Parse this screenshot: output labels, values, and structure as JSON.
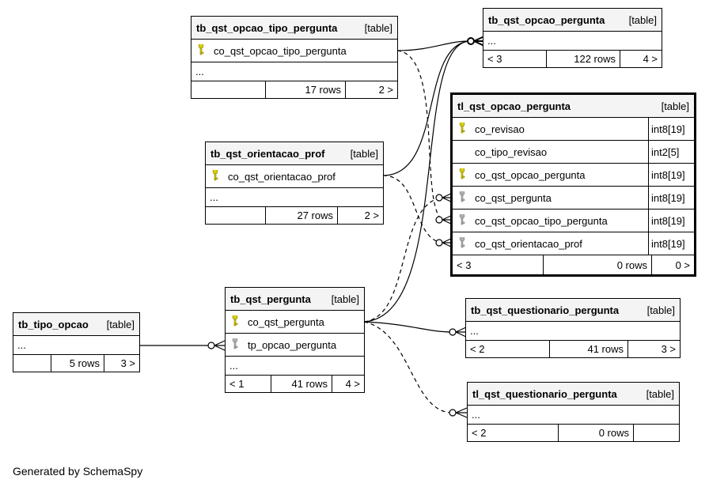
{
  "tables": {
    "tb_qst_opcao_tipo_pergunta": {
      "name": "tb_qst_opcao_tipo_pergunta",
      "tag": "[table]",
      "columns": [
        {
          "name": "co_qst_opcao_tipo_pergunta",
          "key": "primary"
        }
      ],
      "ellipsis": "...",
      "footer": {
        "parents": "",
        "rows": "17 rows",
        "children": "2 >"
      }
    },
    "tb_qst_opcao_pergunta": {
      "name": "tb_qst_opcao_pergunta",
      "tag": "[table]",
      "ellipsis": "...",
      "footer": {
        "parents": "< 3",
        "rows": "122 rows",
        "children": "4 >"
      }
    },
    "tl_qst_opcao_pergunta": {
      "name": "tl_qst_opcao_pergunta",
      "tag": "[table]",
      "columns": [
        {
          "name": "co_revisao",
          "type": "int8[19]",
          "key": "primary"
        },
        {
          "name": "co_tipo_revisao",
          "type": "int2[5]",
          "key": "none"
        },
        {
          "name": "co_qst_opcao_pergunta",
          "type": "int8[19]",
          "key": "primary"
        },
        {
          "name": "co_qst_pergunta",
          "type": "int8[19]",
          "key": "foreign"
        },
        {
          "name": "co_qst_opcao_tipo_pergunta",
          "type": "int8[19]",
          "key": "foreign"
        },
        {
          "name": "co_qst_orientacao_prof",
          "type": "int8[19]",
          "key": "foreign"
        }
      ],
      "footer": {
        "parents": "< 3",
        "rows": "0 rows",
        "children": "0 >"
      }
    },
    "tb_qst_orientacao_prof": {
      "name": "tb_qst_orientacao_prof",
      "tag": "[table]",
      "columns": [
        {
          "name": "co_qst_orientacao_prof",
          "key": "primary"
        }
      ],
      "ellipsis": "...",
      "footer": {
        "parents": "",
        "rows": "27 rows",
        "children": "2 >"
      }
    },
    "tb_qst_pergunta": {
      "name": "tb_qst_pergunta",
      "tag": "[table]",
      "columns": [
        {
          "name": "co_qst_pergunta",
          "key": "primary"
        },
        {
          "name": "tp_opcao_pergunta",
          "key": "foreign"
        }
      ],
      "ellipsis": "...",
      "footer": {
        "parents": "< 1",
        "rows": "41 rows",
        "children": "4 >"
      }
    },
    "tb_tipo_opcao": {
      "name": "tb_tipo_opcao",
      "tag": "[table]",
      "ellipsis": "...",
      "footer": {
        "parents": "",
        "rows": "5 rows",
        "children": "3 >"
      }
    },
    "tb_qst_questionario_pergunta": {
      "name": "tb_qst_questionario_pergunta",
      "tag": "[table]",
      "ellipsis": "...",
      "footer": {
        "parents": "< 2",
        "rows": "41 rows",
        "children": "3 >"
      }
    },
    "tl_qst_questionario_pergunta": {
      "name": "tl_qst_questionario_pergunta",
      "tag": "[table]",
      "ellipsis": "...",
      "footer": {
        "parents": "< 2",
        "rows": "0 rows",
        "children": ""
      }
    }
  },
  "colors": {
    "primary_key": "#d8d000",
    "foreign_key": "#b0b0b0",
    "header_bg": "#f4f4f4"
  },
  "footer_text": "Generated by SchemaSpy"
}
